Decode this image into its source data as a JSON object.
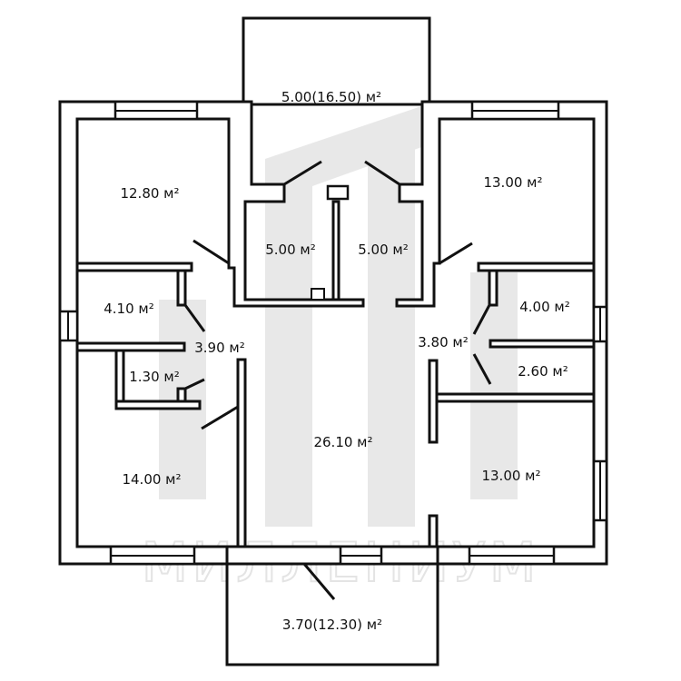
{
  "plan": {
    "watermark": "МИЛЛЕНИУМ",
    "rooms": [
      {
        "id": "terrace-top",
        "label": "5.00(16.50) м²"
      },
      {
        "id": "bedroom-top-left",
        "label": "12.80 м²"
      },
      {
        "id": "bath-left",
        "label": "5.00 м²"
      },
      {
        "id": "bath-right",
        "label": "5.00 м²"
      },
      {
        "id": "bedroom-top-right",
        "label": "13.00 м²"
      },
      {
        "id": "closet-left",
        "label": "4.10 м²"
      },
      {
        "id": "hall-left",
        "label": "3.90 м²"
      },
      {
        "id": "hall-right",
        "label": "3.80 м²"
      },
      {
        "id": "closet-right",
        "label": "4.00 м²"
      },
      {
        "id": "storage-left",
        "label": "1.30 м²"
      },
      {
        "id": "storage-right",
        "label": "2.60 м²"
      },
      {
        "id": "living",
        "label": "26.10 м²"
      },
      {
        "id": "bedroom-bottom-left",
        "label": "14.00 м²"
      },
      {
        "id": "bedroom-bottom-right",
        "label": "13.00 м²"
      },
      {
        "id": "terrace-bottom",
        "label": "3.70(12.30) м²"
      }
    ],
    "colors": {
      "wall": "#111111",
      "watermark": "#e8e8e8"
    }
  }
}
